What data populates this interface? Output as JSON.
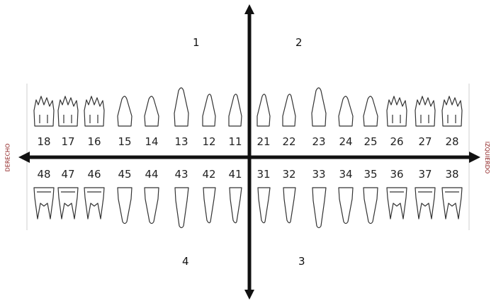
{
  "quadrants": {
    "q1": "1",
    "q2": "2",
    "q3": "3",
    "q4": "4"
  },
  "side_labels": {
    "right_side": "DERECHO",
    "left_side": "IZQUIERDO"
  },
  "upper_teeth": [
    "18",
    "17",
    "16",
    "15",
    "14",
    "13",
    "12",
    "11",
    "21",
    "22",
    "23",
    "24",
    "25",
    "26",
    "27",
    "28"
  ],
  "lower_teeth": [
    "48",
    "47",
    "46",
    "45",
    "44",
    "43",
    "42",
    "41",
    "31",
    "32",
    "33",
    "34",
    "35",
    "36",
    "37",
    "38"
  ],
  "upper_types": [
    "molar",
    "molar",
    "molar",
    "premolar",
    "premolar",
    "canine",
    "incisor",
    "incisor",
    "incisor",
    "incisor",
    "canine",
    "premolar",
    "premolar",
    "molar",
    "molar",
    "molar"
  ],
  "lower_types": [
    "molar",
    "molar",
    "molar",
    "premolar",
    "premolar",
    "canine",
    "incisor",
    "incisor",
    "incisor",
    "incisor",
    "canine",
    "premolar",
    "premolar",
    "molar",
    "molar",
    "molar"
  ],
  "colors": {
    "line": "#111111",
    "tooth_stroke": "#333333",
    "side_label": "#8b1a1a"
  }
}
